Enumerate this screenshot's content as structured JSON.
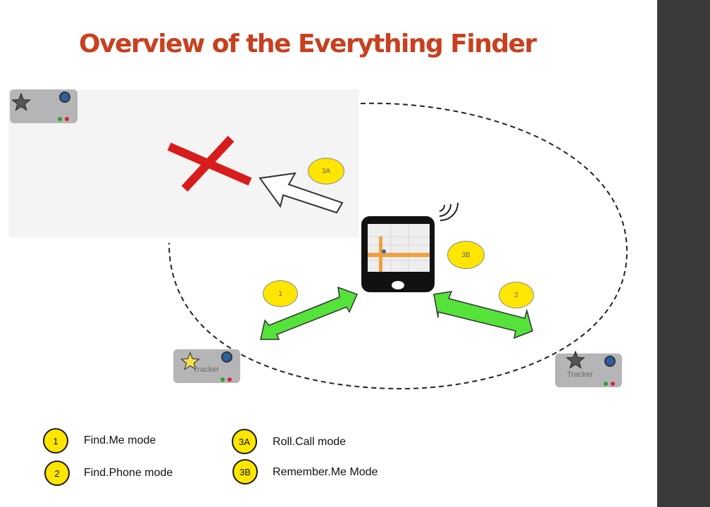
{
  "title": "Overview of the Everything Finder",
  "colors": {
    "title": "#c8401f",
    "sidebar": "#3a3a3a",
    "badge_fill": "#ffe600",
    "arrow_green": "#55e23a",
    "cross_red": "#d81c1c",
    "tracker_body": "#b5b5b8"
  },
  "icons": [
    "star-icon",
    "blue-button-icon",
    "status-led-icon",
    "wifi-signal-icon",
    "smartphone-icon",
    "red-cross-icon"
  ],
  "diagram": {
    "badges": {
      "b1": "1",
      "b2": "2",
      "b3a": "3A",
      "b3b": "3B"
    },
    "trackers": {
      "left": "Tracker",
      "right": "Tracker"
    }
  },
  "legend": [
    {
      "badge": "1",
      "label": "Find.Me mode"
    },
    {
      "badge": "2",
      "label": "Find.Phone mode"
    },
    {
      "badge": "3A",
      "label": "Roll.Call mode"
    },
    {
      "badge": "3B",
      "label": "Remember.Me Mode"
    }
  ]
}
